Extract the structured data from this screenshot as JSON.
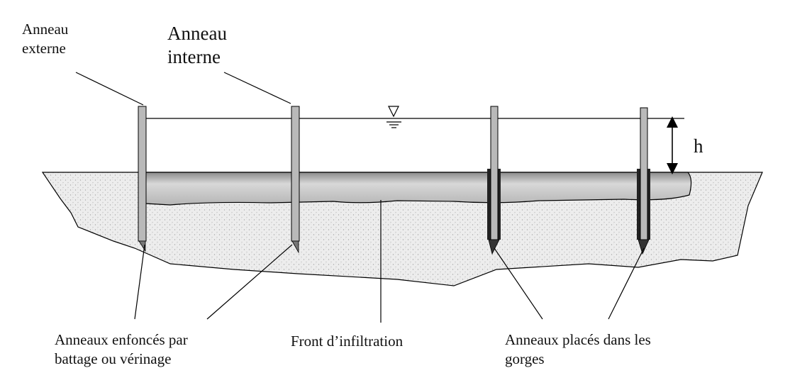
{
  "labels": {
    "outer_ring": [
      "Anneau",
      "externe"
    ],
    "inner_ring": [
      "Anneau",
      "interne"
    ],
    "water_height": "h",
    "driven_rings": [
      "Anneaux enfoncés par",
      "battage ou vérinage"
    ],
    "infiltration_front": "Front d’infiltration",
    "grooved_rings": [
      "Anneaux placés dans les",
      "gorges"
    ]
  },
  "colors": {
    "ring": "#b9b9b9",
    "water": "#cfcfcf",
    "soil": "#ececec",
    "line": "#000000"
  },
  "icons": {
    "water_level": "water-level-triangle-icon"
  }
}
